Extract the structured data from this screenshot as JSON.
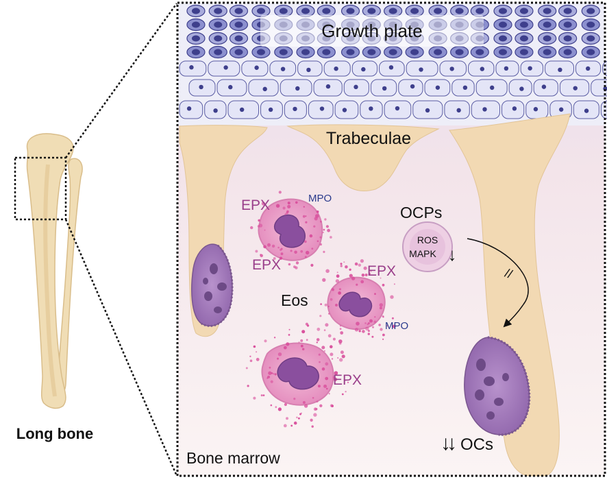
{
  "labels": {
    "growth_plate": "Growth plate",
    "trabeculae": "Trabeculae",
    "bone_marrow": "Bone marrow",
    "long_bone": "Long bone",
    "ocps": "OCPs",
    "ros": "ROS",
    "mapk": "MAPK",
    "eos": "Eos",
    "ocs": "OCs",
    "epx_1": "EPX",
    "epx_2": "EPX",
    "epx_3": "EPX",
    "epx_4": "EPX",
    "mpo_1": "MPO",
    "mpo_2": "MPO",
    "inhibit_mark": "//",
    "down_arrow": "↓",
    "double_down_arrow": "↓↓"
  },
  "colors": {
    "bone": "#f0ddb5",
    "bone_edge": "#d9bd8a",
    "cartilage_light": "#e6e6f6",
    "cartilage_dark": "#7b7fc3",
    "nucleus": "#3e3f8c",
    "eosinophil": "#e9a2c8",
    "eosinophil_nucleus": "#8a4f9e",
    "granule": "#d94f9c",
    "osteoclast": "#a07ab8",
    "epx_text": "#9a3e8a",
    "mpo_text": "#2a3a8c"
  }
}
